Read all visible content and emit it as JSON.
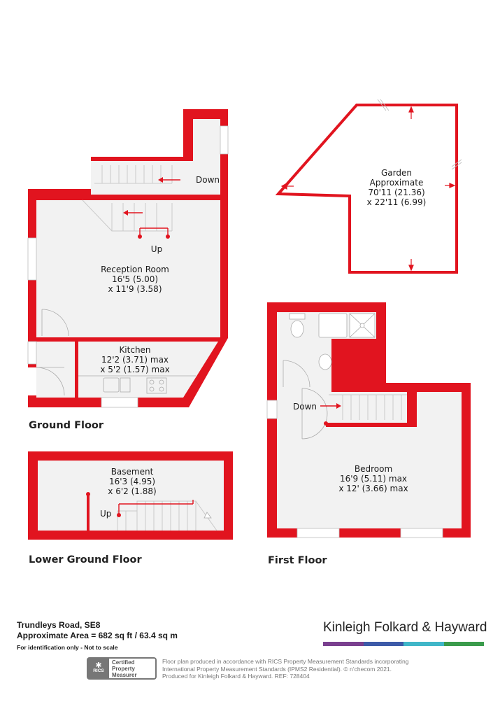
{
  "rooms": {
    "reception": {
      "name": "Reception Room",
      "dim1": "16'5 (5.00)",
      "dim2": "x 11'9 (3.58)"
    },
    "kitchen": {
      "name": "Kitchen",
      "dim1": "12'2 (3.71) max",
      "dim2": "x 5'2 (1.57) max"
    },
    "garden": {
      "name": "Garden",
      "line2": "Approximate",
      "dim1": "70'11 (21.36)",
      "dim2": "x 22'11 (6.99)"
    },
    "basement": {
      "name": "Basement",
      "dim1": "16'3 (4.95)",
      "dim2": "x 6'2 (1.88)"
    },
    "bedroom": {
      "name": "Bedroom",
      "dim1": "16'9 (5.11) max",
      "dim2": "x 12' (3.66) max"
    }
  },
  "stairs": {
    "down": "Down",
    "up": "Up"
  },
  "floors": {
    "ground": "Ground Floor",
    "lower_ground": "Lower Ground Floor",
    "first": "First Floor"
  },
  "property": {
    "address": "Trundleys Road, SE8",
    "area": "Approximate Area = 682 sq ft / 63.4 sq m",
    "note": "For identification only - Not to scale"
  },
  "brand": {
    "name": "Kinleigh Folkard & Hayward",
    "bar_colors": [
      "#7a3f8f",
      "#3d5aa8",
      "#3fb6c8",
      "#3a9b4b"
    ]
  },
  "rics": {
    "seal": "RICS",
    "line1": "Certified",
    "line2": "Property",
    "line3": "Measurer"
  },
  "disclaimer": {
    "line1": "Floor plan produced in accordance with RICS Property Measurement Standards incorporating",
    "line2": "International Property Measurement Standards (IPMS2 Residential).  © n’checom 2021.",
    "line3": "Produced for Kinleigh Folkard & Hayward.   REF: 728404"
  },
  "colors": {
    "wall": "#e1141f",
    "floor": "#f2f2f2"
  }
}
